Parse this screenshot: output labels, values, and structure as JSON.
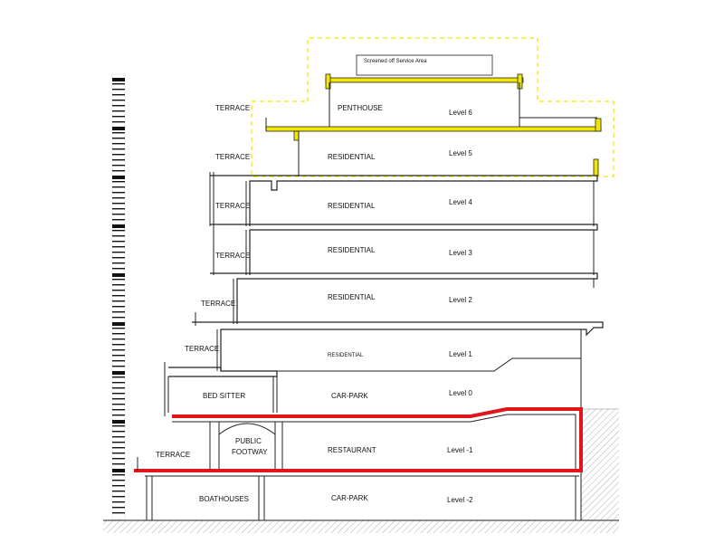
{
  "colors": {
    "line": "#222222",
    "highlight_red": "#e0161b",
    "highlight_yellow": "#f2e600",
    "dashed_yellow": "#f2e600",
    "ground_hatch": "#888888"
  },
  "labels": {
    "service_area": "Screened off Service Area",
    "penthouse": "PENTHOUSE",
    "level6": "Level 6",
    "terrace6": "TERRACE",
    "res5": "RESIDENTIAL",
    "level5": "Level 5",
    "terrace5": "TERRACE",
    "res4": "RESIDENTIAL",
    "level4": "Level 4",
    "terrace4": "TERRACE",
    "res3": "RESIDENTIAL",
    "level3": "Level 3",
    "terrace3": "TERRACE",
    "res2": "RESIDENTIAL",
    "level2": "Level 2",
    "terrace2": "TERRACE",
    "res1": "RESIDENTIAL",
    "level1": "Level 1",
    "terrace1": "TERRACE",
    "bed_sitter": "BED SITTER",
    "carpark0": "CAR-PARK",
    "level0": "Level 0",
    "public1": "PUBLIC",
    "public2": "FOOTWAY",
    "restaurant": "RESTAURANT",
    "levelm1": "Level -1",
    "terracem1": "TERRACE",
    "boathouses": "BOATHOUSES",
    "carparkm2": "CAR-PARK",
    "levelm2": "Level -2"
  }
}
